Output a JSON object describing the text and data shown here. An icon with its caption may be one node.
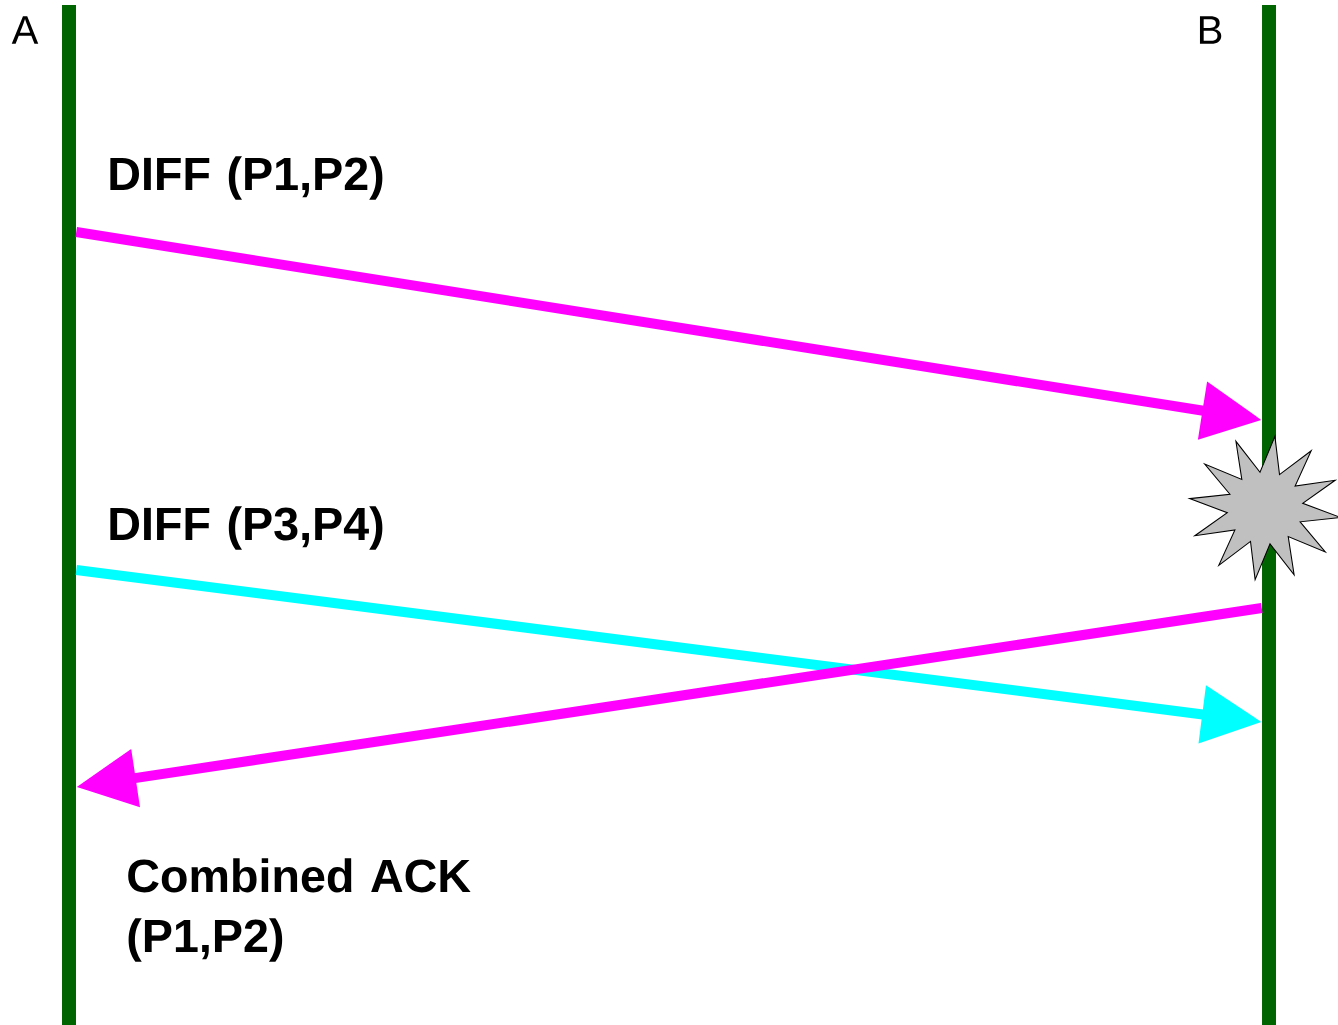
{
  "diagram": {
    "nodes": [
      {
        "text": [
          "A"
        ]
      },
      {
        "text": [
          "B"
        ]
      }
    ],
    "edges": [
      {
        "from": 0,
        "to": 1,
        "arrow": "to",
        "label": "DIFF (P1,P2)"
      },
      {
        "from": 0,
        "to": 1,
        "arrow": "to",
        "label": "DIFF (P3,P4)",
        "color": "#00ffff"
      },
      {
        "from": 1,
        "to": 0,
        "arrow": "to",
        "label": "Combined ACK (P1,P2)"
      }
    ]
  }
}
